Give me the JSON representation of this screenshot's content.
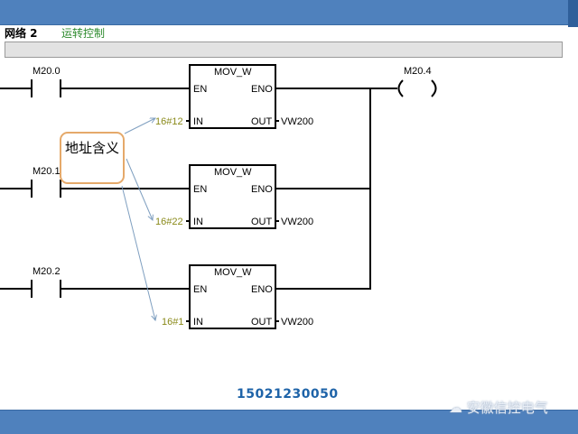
{
  "network": {
    "title": "网络 2",
    "comment": "运转控制"
  },
  "rungs": [
    {
      "contact": "M20.0",
      "block": "MOV_W",
      "en": "EN",
      "eno": "ENO",
      "in_pin": "IN",
      "out_pin": "OUT",
      "in_value": "16#12",
      "out_value": "VW200"
    },
    {
      "contact": "M20.1",
      "block": "MOV_W",
      "en": "EN",
      "eno": "ENO",
      "in_pin": "IN",
      "out_pin": "OUT",
      "in_value": "16#22",
      "out_value": "VW200"
    },
    {
      "contact": "M20.2",
      "block": "MOV_W",
      "en": "EN",
      "eno": "ENO",
      "in_pin": "IN",
      "out_pin": "OUT",
      "in_value": "16#1",
      "out_value": "VW200"
    }
  ],
  "coil": {
    "label": "M20.4"
  },
  "callout": {
    "text": "地址含义"
  },
  "footer": {
    "phone": "15021230050",
    "watermark": "安徽信控电气"
  },
  "colors": {
    "bar": "#4f81bd",
    "comment": "#2d8a2d",
    "phone": "#1e63a8",
    "callout_border": "#e5a96a"
  }
}
